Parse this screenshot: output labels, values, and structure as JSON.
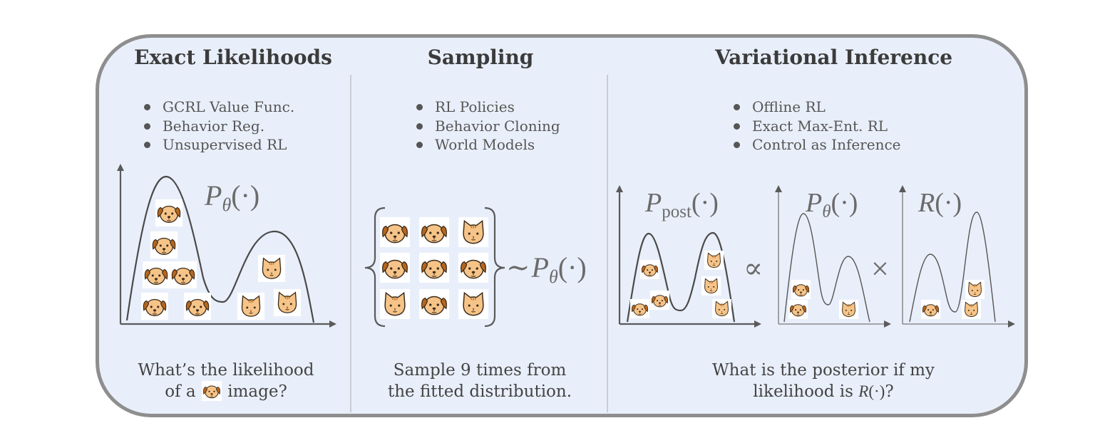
{
  "columns": [
    {
      "title": "Exact Likelihoods",
      "bullets": [
        "GCRL Value Func.",
        "Behavior Reg.",
        "Unsupervised RL"
      ],
      "caption_line1": "What’s the likelihood",
      "caption_line2_pre": "of a",
      "caption_line2_post": "image?",
      "math_label": "P",
      "math_sub": "θ",
      "math_arg": "(·)"
    },
    {
      "title": "Sampling",
      "bullets": [
        "RL Policies",
        "Behavior Cloning",
        "World Models"
      ],
      "caption_line1": "Sample 9 times from",
      "caption_line2": "the fitted distribution.",
      "tilde": "∼",
      "math_label": "P",
      "math_sub": "θ",
      "math_arg": "(·)"
    },
    {
      "title": "Variational Inference",
      "bullets": [
        "Offline RL",
        "Exact Max-Ent. RL",
        "Control as Inference"
      ],
      "caption_line1": "What is the posterior if my",
      "caption_line2_pre": "likelihood is",
      "caption_line2_math": "R",
      "caption_line2_math_arg": "(·)",
      "caption_line2_post": "?",
      "post_label": "P",
      "post_sub": "post",
      "post_arg": "(·)",
      "prior_label": "P",
      "prior_sub": "θ",
      "prior_arg": "(·)",
      "reward_label": "R",
      "reward_arg": "(·)",
      "propto": "∝",
      "times": "×"
    }
  ],
  "icons": {
    "dog": "dog-face-icon",
    "cat": "cat-face-icon",
    "skin_color": "#f6c488",
    "ear_color": "#b8661f",
    "line_color": "#3a2a1a"
  },
  "colors": {
    "panel_bg": "#e9effa",
    "panel_border": "#8e8e8e",
    "axis": "#5a5a5a",
    "curve": "#4a4a4a"
  }
}
